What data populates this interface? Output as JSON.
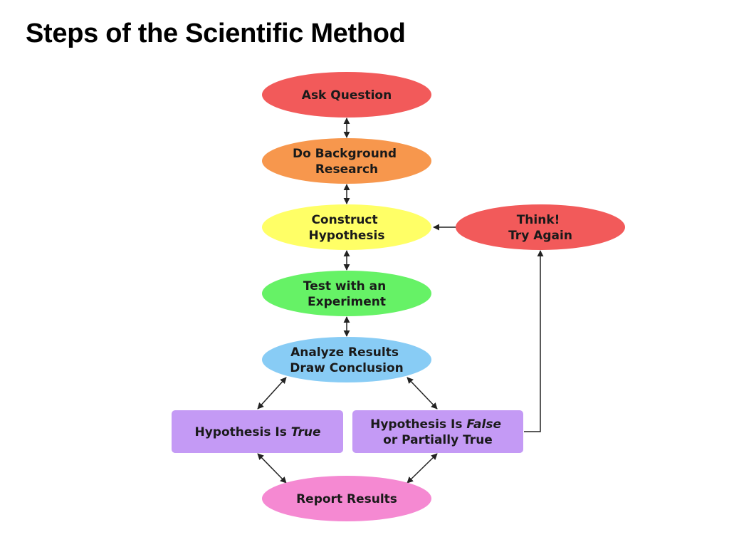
{
  "title": "Steps of the Scientific Method",
  "colors": {
    "red": "#f25a5a",
    "orange": "#f7974d",
    "yellow": "#ffff66",
    "green": "#66f266",
    "blue": "#88ccf5",
    "purple": "#c49af5",
    "pink": "#f589d2",
    "arrow": "#222222"
  },
  "nodes": {
    "ask": {
      "lines": [
        "Ask Question"
      ]
    },
    "research": {
      "lines": [
        "Do Background",
        "Research"
      ]
    },
    "hypothesis": {
      "lines": [
        "Construct",
        "Hypothesis"
      ]
    },
    "think": {
      "lines": [
        "Think!",
        "Try Again"
      ]
    },
    "test": {
      "lines": [
        "Test with an",
        "Experiment"
      ]
    },
    "analyze": {
      "lines": [
        "Analyze Results",
        "Draw Conclusion"
      ]
    },
    "true": {
      "prefix": "Hypothesis Is ",
      "emph": "True"
    },
    "false": {
      "prefix": "Hypothesis Is ",
      "emph": "False",
      "line2": "or Partially True"
    },
    "report": {
      "lines": [
        "Report Results"
      ]
    }
  }
}
